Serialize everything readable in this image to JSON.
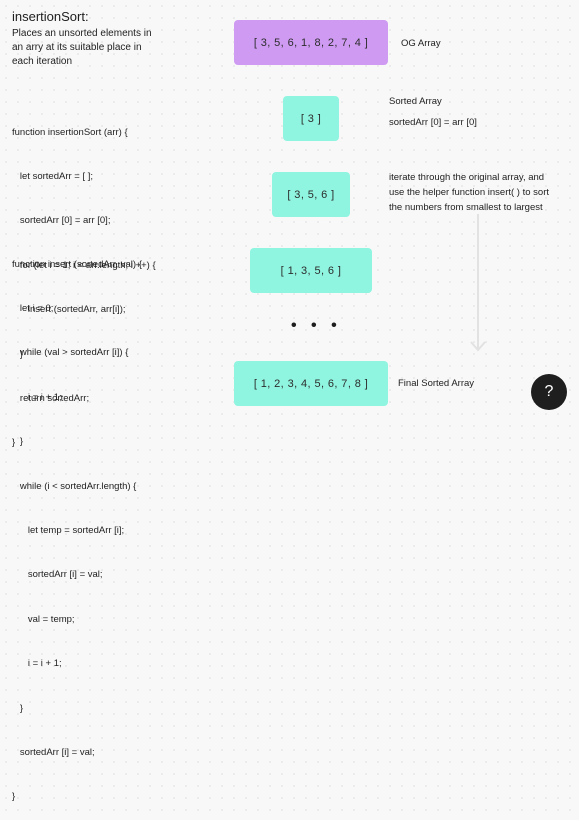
{
  "title": "insertionSort:",
  "description": "Places an unsorted elements in an arry at its suitable place in each iteration",
  "code_insertion_sort": [
    "function insertionSort (arr) {",
    "   let sortedArr = [ ];",
    "   sortedArr [0] = arr [0];",
    "   for (let i = 1; i < arr.length; i ++) {",
    "      insert (sortedArr, arr[i]);",
    "   }",
    "   return sortedArr;",
    "}"
  ],
  "code_insert": [
    "function insert (sortedArr, val) {",
    "   let i = 0;",
    "   while (val > sortedArr [i]) {",
    "      i = i + 1;",
    "   }",
    "   while (i < sortedArr.length) {",
    "      let temp = sortedArr [i];",
    "      sortedArr [i] = val;",
    "      val = temp;",
    "      i = i + 1;",
    "   }",
    "   sortedArr [i] = val;",
    "}"
  ],
  "boxes": {
    "og": "[ 3, 5, 6, 1, 8, 2, 7, 4 ]",
    "step1": "[ 3 ]",
    "step2": "[ 3, 5, 6 ]",
    "step3": "[ 1, 3, 5, 6 ]",
    "final": "[ 1, 2, 3, 4, 5, 6, 7, 8 ]"
  },
  "ellipsis": "• • •",
  "notes": {
    "og": "OG Array",
    "sorted": "Sorted Array",
    "sorted_init": "sortedArr [0] = arr [0]",
    "iterate": [
      "iterate through the original array, and",
      "use the helper function insert( ) to sort",
      "the numbers from smallest to largest"
    ],
    "final": "Final Sorted Array"
  },
  "help_label": "?",
  "colors": {
    "teal": "#8ff5e0",
    "purple": "#cf9bf2",
    "arrow": "#e2e2e2",
    "help_bg": "#1e1e1e"
  }
}
